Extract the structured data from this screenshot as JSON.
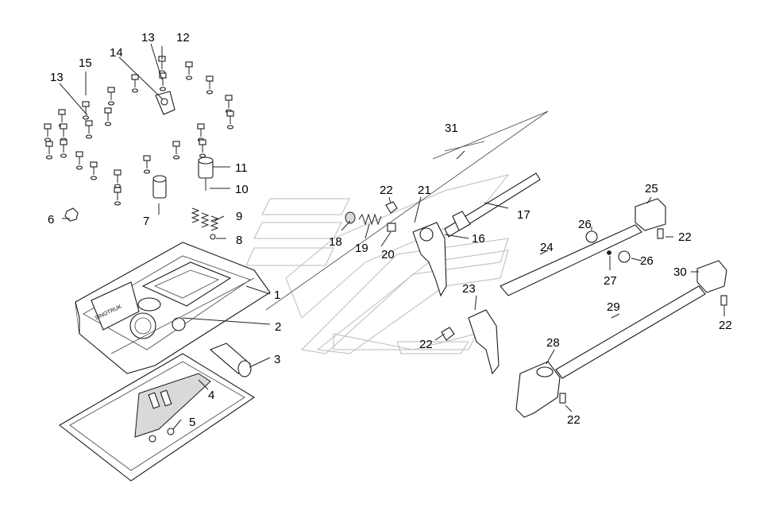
{
  "diagram": {
    "callouts": {
      "c1": "1",
      "c2": "2",
      "c3": "3",
      "c4": "4",
      "c5": "5",
      "c6": "6",
      "c7": "7",
      "c8": "8",
      "c9": "9",
      "c10": "10",
      "c11": "11",
      "c12": "12",
      "c13a": "13",
      "c13b": "13",
      "c14": "14",
      "c15": "15",
      "c16": "16",
      "c17": "17",
      "c18": "18",
      "c19": "19",
      "c20": "20",
      "c21": "21",
      "c22a": "22",
      "c22b": "22",
      "c22c": "22",
      "c22d": "22",
      "c22e": "22",
      "c23": "23",
      "c24": "24",
      "c25": "25",
      "c26a": "26",
      "c26b": "26",
      "c27": "27",
      "c28": "28",
      "c29": "29",
      "c30": "30",
      "c31": "31"
    }
  }
}
